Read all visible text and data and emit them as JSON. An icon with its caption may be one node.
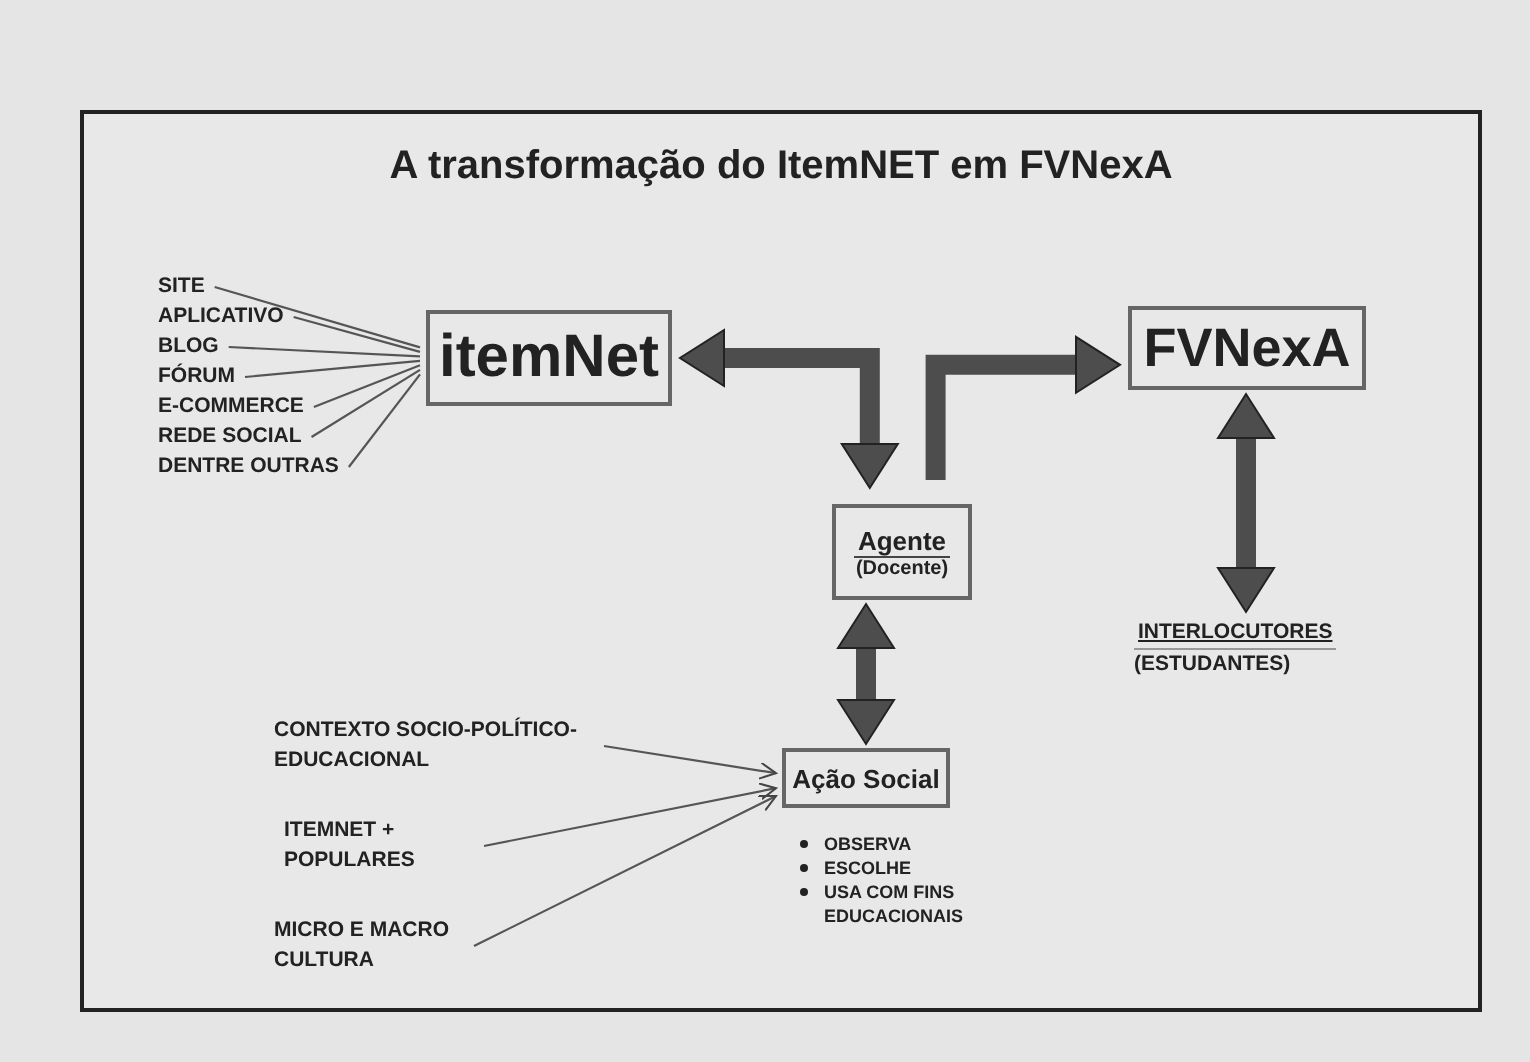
{
  "diagram": {
    "title": "A transformação do ItemNET em FVNexA",
    "nodes": [
      {
        "text": [
          "itemNet"
        ]
      },
      {
        "text": [
          "FVNexA"
        ]
      },
      {
        "text": [
          "Agente",
          "(Docente)"
        ]
      },
      {
        "text": [
          "Ação Social"
        ],
        "beside": [
          "OBSERVA",
          "ESCOLHE",
          "USA COM FINS EDUCACIONAIS"
        ]
      },
      {
        "text": [
          "INTERLOCUTORES",
          "(ESTUDANTES)"
        ]
      },
      {
        "text": [
          "SITE"
        ]
      },
      {
        "text": [
          "APLICATIVO"
        ]
      },
      {
        "text": [
          "BLOG"
        ]
      },
      {
        "text": [
          "FÓRUM"
        ]
      },
      {
        "text": [
          "E-COMMERCE"
        ]
      },
      {
        "text": [
          "REDE SOCIAL"
        ]
      },
      {
        "text": [
          "DENTRE OUTRAS"
        ]
      },
      {
        "text": [
          "CONTEXTO SOCIO-POLÍTICO-EDUCACIONAL"
        ]
      },
      {
        "text": [
          "ITEMNET + POPULARES"
        ]
      },
      {
        "text": [
          "MICRO E MACRO CULTURA"
        ]
      }
    ],
    "edges": [
      {
        "from": 0,
        "to": 2,
        "arrow": "both",
        "style": "thick"
      },
      {
        "from": 2,
        "to": 1,
        "arrow": "to",
        "style": "thick"
      },
      {
        "from": 1,
        "to": 4,
        "arrow": "both",
        "style": "thick"
      },
      {
        "from": 2,
        "to": 3,
        "arrow": "both",
        "style": "thick"
      },
      {
        "from": 5,
        "to": 0,
        "arrow": "none"
      },
      {
        "from": 6,
        "to": 0,
        "arrow": "none"
      },
      {
        "from": 7,
        "to": 0,
        "arrow": "none"
      },
      {
        "from": 8,
        "to": 0,
        "arrow": "none"
      },
      {
        "from": 9,
        "to": 0,
        "arrow": "none"
      },
      {
        "from": 10,
        "to": 0,
        "arrow": "none"
      },
      {
        "from": 11,
        "to": 0,
        "arrow": "none"
      },
      {
        "from": 12,
        "to": 3,
        "arrow": "to"
      },
      {
        "from": 13,
        "to": 3,
        "arrow": "to"
      },
      {
        "from": 14,
        "to": 3,
        "arrow": "to"
      }
    ]
  }
}
